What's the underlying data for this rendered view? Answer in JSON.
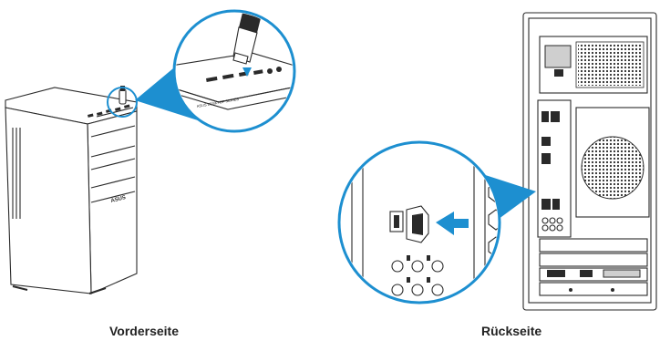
{
  "captions": {
    "front": "Vorderseite",
    "back": "Rückseite"
  },
  "brand_logo_text": "ASUS",
  "colors": {
    "accent_blue": "#1d8fd0",
    "line": "#2a2a2a",
    "background": "#ffffff"
  },
  "icons": [
    "usb-flash-drive-icon",
    "usb-connector-icon",
    "insert-arrow-icon"
  ]
}
